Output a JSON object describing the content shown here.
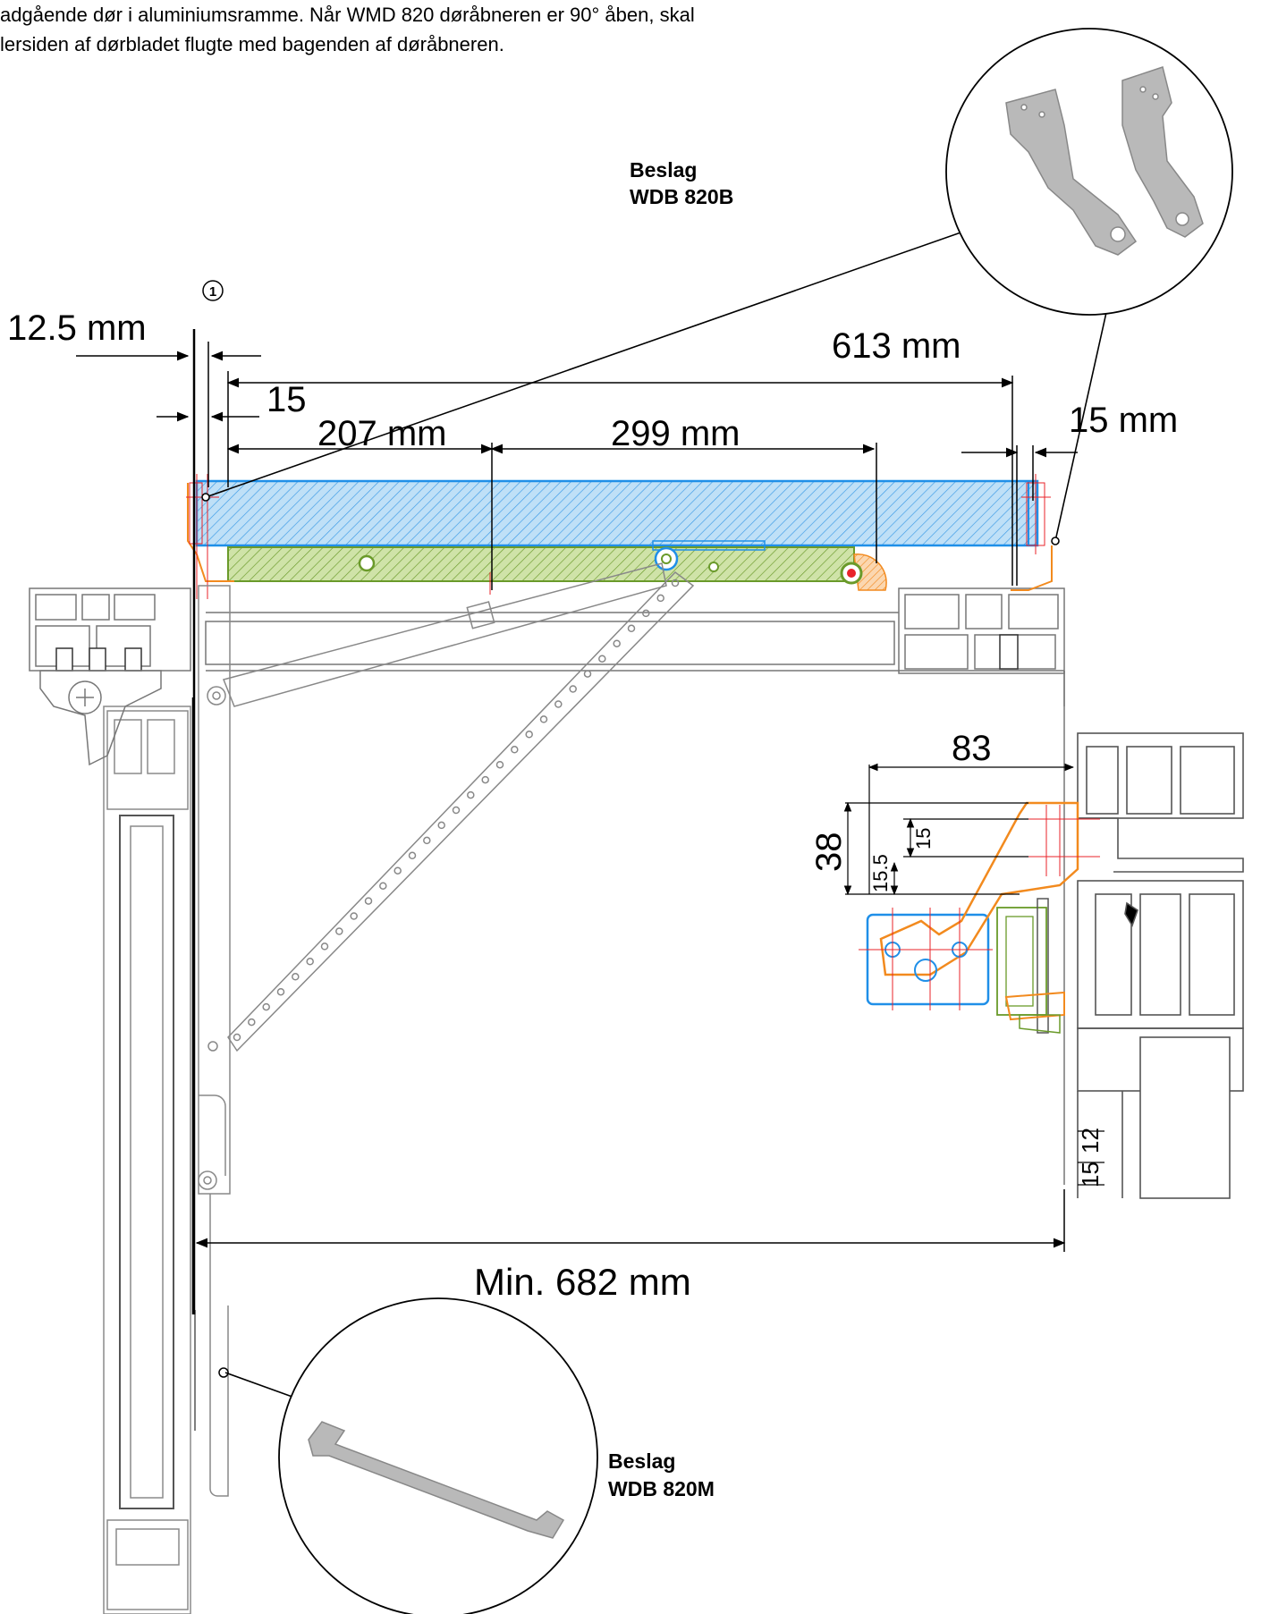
{
  "intro": {
    "line1": "adgående dør i aluminiumsramme. Når WMD 820 døråbneren er 90° åben, skal",
    "line2": "lersiden af dørbladet flugte med bagenden af døråbneren."
  },
  "brackets": {
    "top": {
      "line1": "Beslag",
      "line2": "WDB 820B"
    },
    "bottom": {
      "line1": "Beslag",
      "line2": "WDB 820M"
    }
  },
  "marker": "1",
  "dimensions": {
    "d12_5": "12.5 mm",
    "d613": "613 mm",
    "d15_small": "15",
    "d207": "207 mm",
    "d299": "299 mm",
    "d15mm": "15 mm",
    "min682": "Min. 682 mm"
  },
  "detail": {
    "d83": "83",
    "d38": "38",
    "d15": "15",
    "d15_5": "15.5",
    "d12": "12",
    "d15_bottom": "15"
  },
  "colors": {
    "blue": "#1f8fe8",
    "green": "#6a9a2a",
    "orange": "#f28a1e",
    "red": "#e8232a",
    "line": "#888888"
  }
}
